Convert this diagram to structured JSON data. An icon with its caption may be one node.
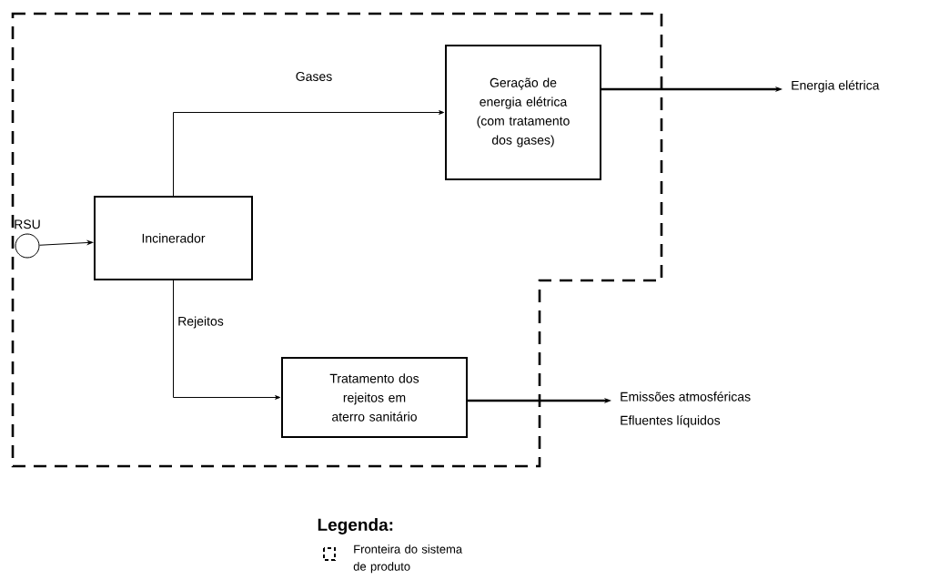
{
  "diagram": {
    "nodes": [
      {
        "text": [],
        "shape": "circle",
        "beside": [
          "RSU"
        ]
      },
      {
        "text": [
          "Incinerador"
        ]
      },
      {
        "text": [
          "Geração de energia elétrica (com tratamento dos gases)"
        ]
      },
      {
        "text": [
          "Tratamento dos rejeitos em aterro sanitário"
        ]
      },
      {
        "text": [
          "Energia elétrica"
        ]
      },
      {
        "text": [
          "Emissões atmosféricas",
          "Efluentes líquidos"
        ]
      }
    ],
    "edges": [
      {
        "from": 0,
        "to": 1,
        "arrow": "to"
      },
      {
        "from": 1,
        "to": 2,
        "arrow": "to",
        "label": "Gases"
      },
      {
        "from": 1,
        "to": 3,
        "arrow": "to",
        "label": "Rejeitos"
      },
      {
        "from": 2,
        "to": 4,
        "arrow": "to",
        "style": "thick"
      },
      {
        "from": 3,
        "to": 5,
        "arrow": "to",
        "style": "thick"
      }
    ],
    "labels": [
      "Legenda:"
    ],
    "legend": [
      {
        "text": "Fronteira do sistema de produto"
      }
    ]
  }
}
